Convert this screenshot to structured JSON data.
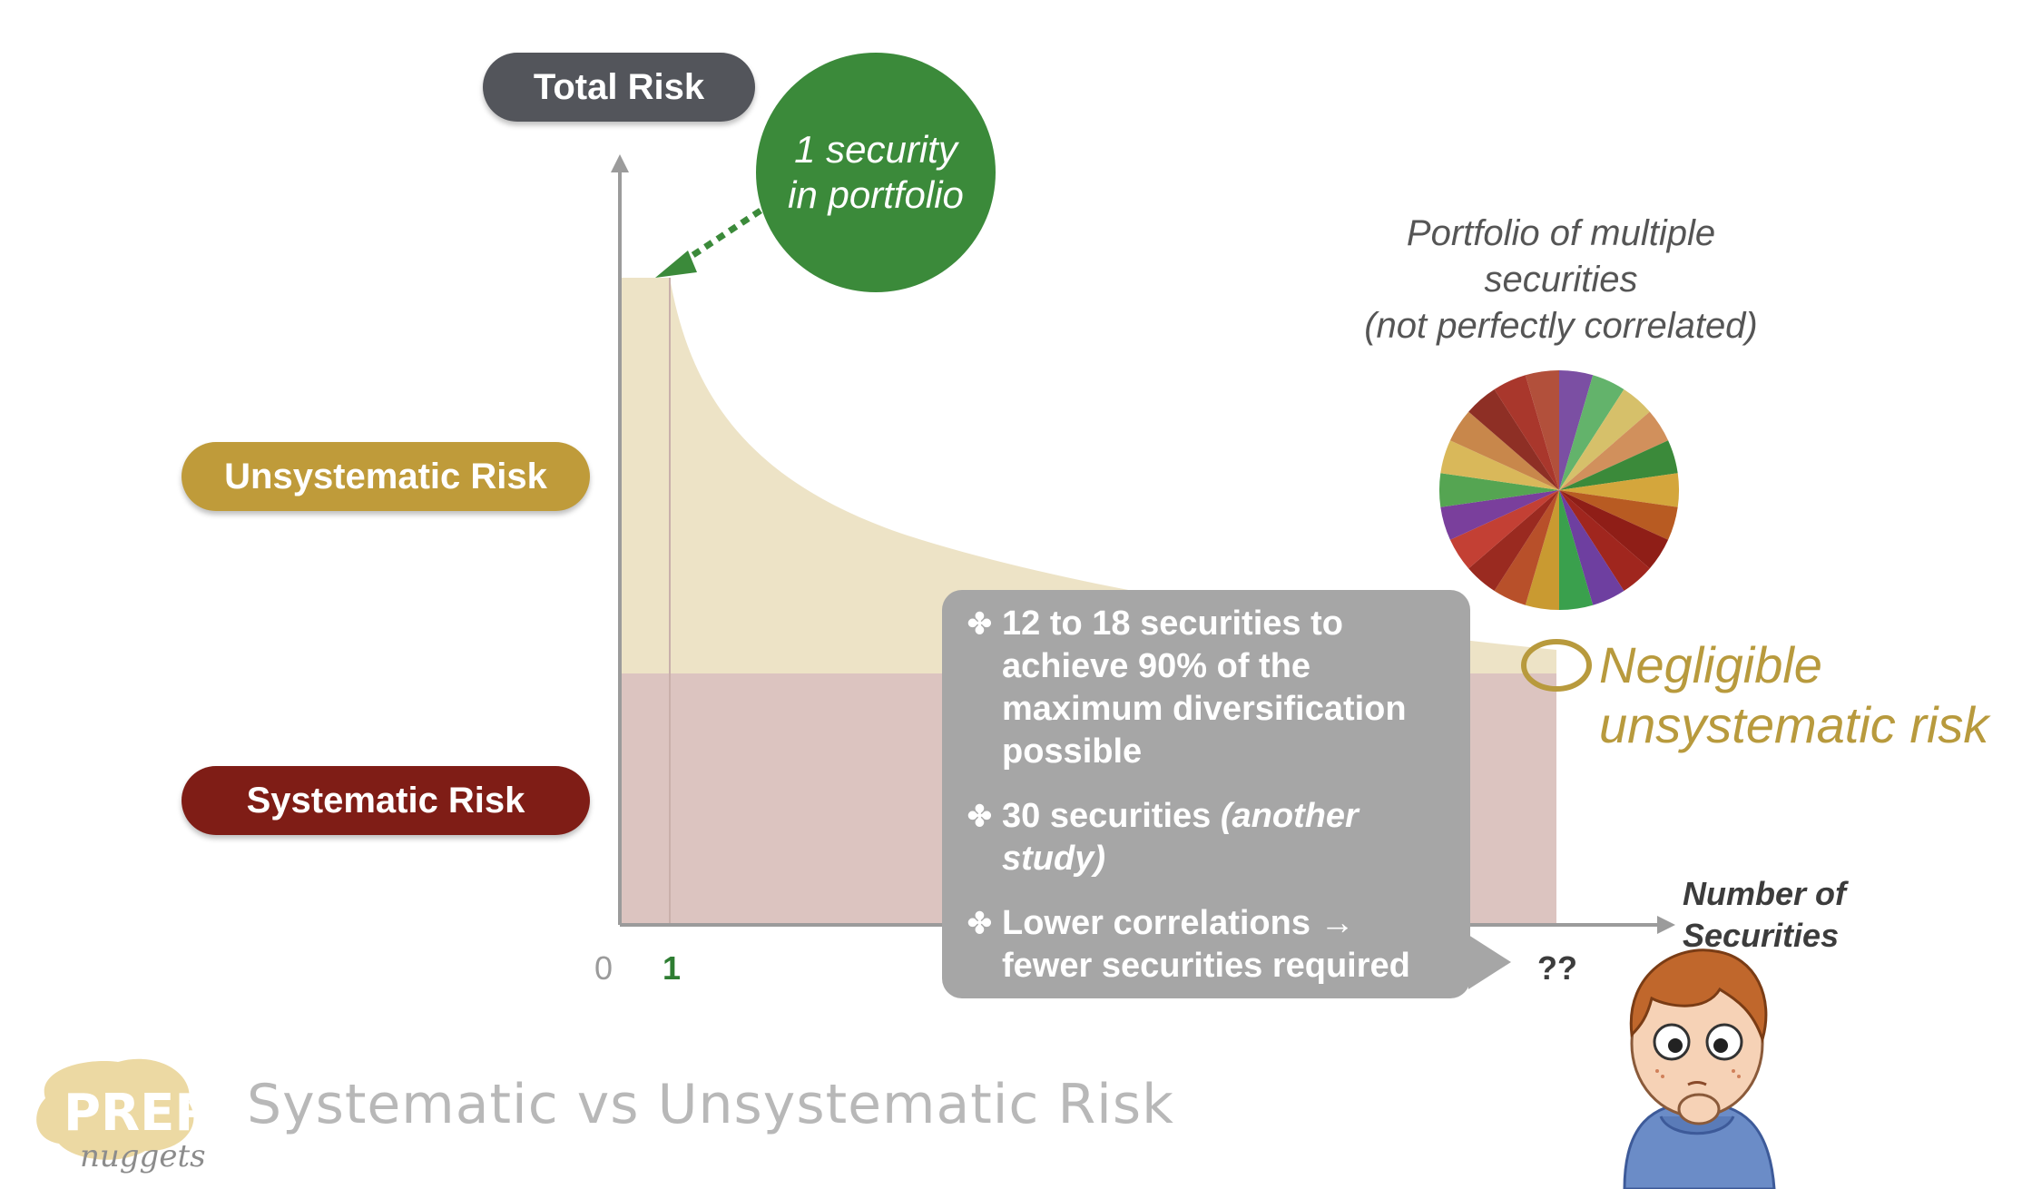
{
  "labels": {
    "total_risk": "Total Risk",
    "unsystematic_risk": "Unsystematic Risk",
    "systematic_risk": "Systematic Risk",
    "one_security_line1": "1 security",
    "one_security_line2": "in portfolio",
    "portfolio_line1": "Portfolio of multiple",
    "portfolio_line2": "securities",
    "portfolio_line3": "(not perfectly correlated)",
    "negligible_line1": "Negligible",
    "negligible_line2": "unsystematic risk",
    "x_axis_line1": "Number of",
    "x_axis_line2": "Securities",
    "tick_zero": "0",
    "tick_one": "1",
    "tick_unknown": "??"
  },
  "callout": {
    "bullet_mark": "✤",
    "b1": "12 to 18 securities to achieve 90% of the maximum diversification possible",
    "b2_main": "30 securities ",
    "b2_italic": "(another study)",
    "b3": "Lower correlations → fewer securities required"
  },
  "footer": {
    "title": "Systematic vs Unsystematic Risk",
    "logo_top": "PREP",
    "logo_bottom": "nuggets"
  },
  "colors": {
    "total_pill": "#53555b",
    "unsystematic_pill": "#bf9b3a",
    "systematic_pill": "#7f1d16",
    "green_circle": "#3b8a3a",
    "unsystematic_area": "#ede3c6",
    "systematic_area": "#dcc4c0",
    "negligible_text": "#b89a3d",
    "callout_bg": "#a6a6a6",
    "tick_one": "#2e7d32",
    "logo_blob": "#ecd9a3"
  },
  "pie_colors": [
    "#7b4fa3",
    "#63b36b",
    "#d6c06a",
    "#d1905c",
    "#3b8a3a",
    "#d4a63c",
    "#b85b22",
    "#8f1e17",
    "#a0261e",
    "#6e3fa0",
    "#3aa04d",
    "#c99a31",
    "#b8502a",
    "#9a2a20",
    "#c34034",
    "#7a3f9c",
    "#55a552",
    "#d9b85a",
    "#c8874b",
    "#8e2f25",
    "#a9372c",
    "#b2503b"
  ]
}
